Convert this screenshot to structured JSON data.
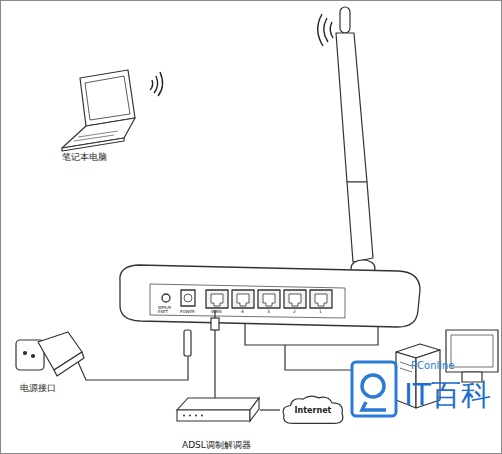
{
  "diagram": {
    "nodes": [
      {
        "text": [
          "ADSL调制解调器"
        ]
      },
      {
        "text": [
          "Internet"
        ]
      }
    ],
    "edges": [
      {
        "from": 0,
        "to": 1,
        "arrow": "none"
      }
    ],
    "labels": [
      "笔记本电脑",
      "电源接口",
      "WPS/RESET",
      "POWER",
      "WAN",
      "4",
      "3",
      "2",
      "1",
      "PConline",
      "IT百科"
    ]
  }
}
